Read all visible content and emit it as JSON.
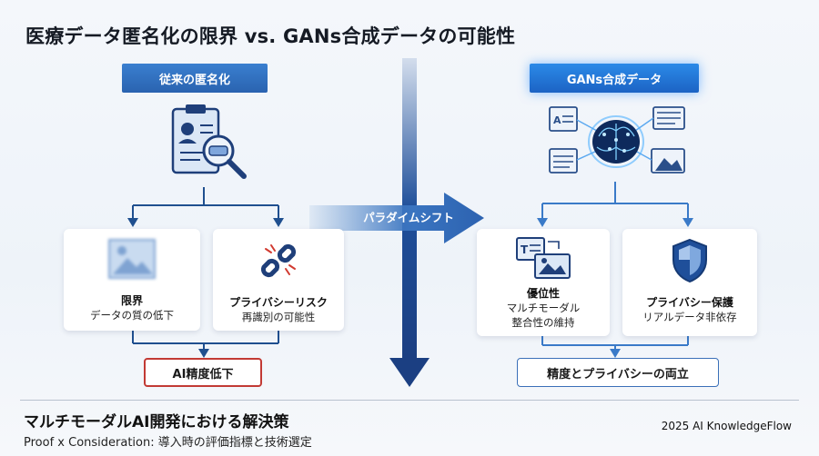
{
  "title": "医療データ匿名化の限界 vs. GANs合成データの可能性",
  "left": {
    "label": "従来の匿名化",
    "card1": {
      "title": "限界",
      "sub": "データの質の低下"
    },
    "card2": {
      "title": "プライバシーリスク",
      "sub": "再識別の可能性"
    },
    "result": "AI精度低下"
  },
  "right": {
    "label": "GANs合成データ",
    "card1": {
      "title": "優位性",
      "sub1": "マルチモーダル",
      "sub2": "整合性の維持"
    },
    "card2": {
      "title": "プライバシー保護",
      "sub": "リアルデータ非依存"
    },
    "result": "精度とプライバシーの両立"
  },
  "shift_label": "パラダイムシフト",
  "footer": {
    "title": "マルチモーダルAI開発における解決策",
    "subtitle": "Proof x Consideration: 導入時の評価指標と技術選定",
    "brand": "2025 AI KnowledgeFlow"
  },
  "colors": {
    "accent_blue": "#2a63b0",
    "alert_red": "#c23a34",
    "navy": "#1f3f7a"
  }
}
